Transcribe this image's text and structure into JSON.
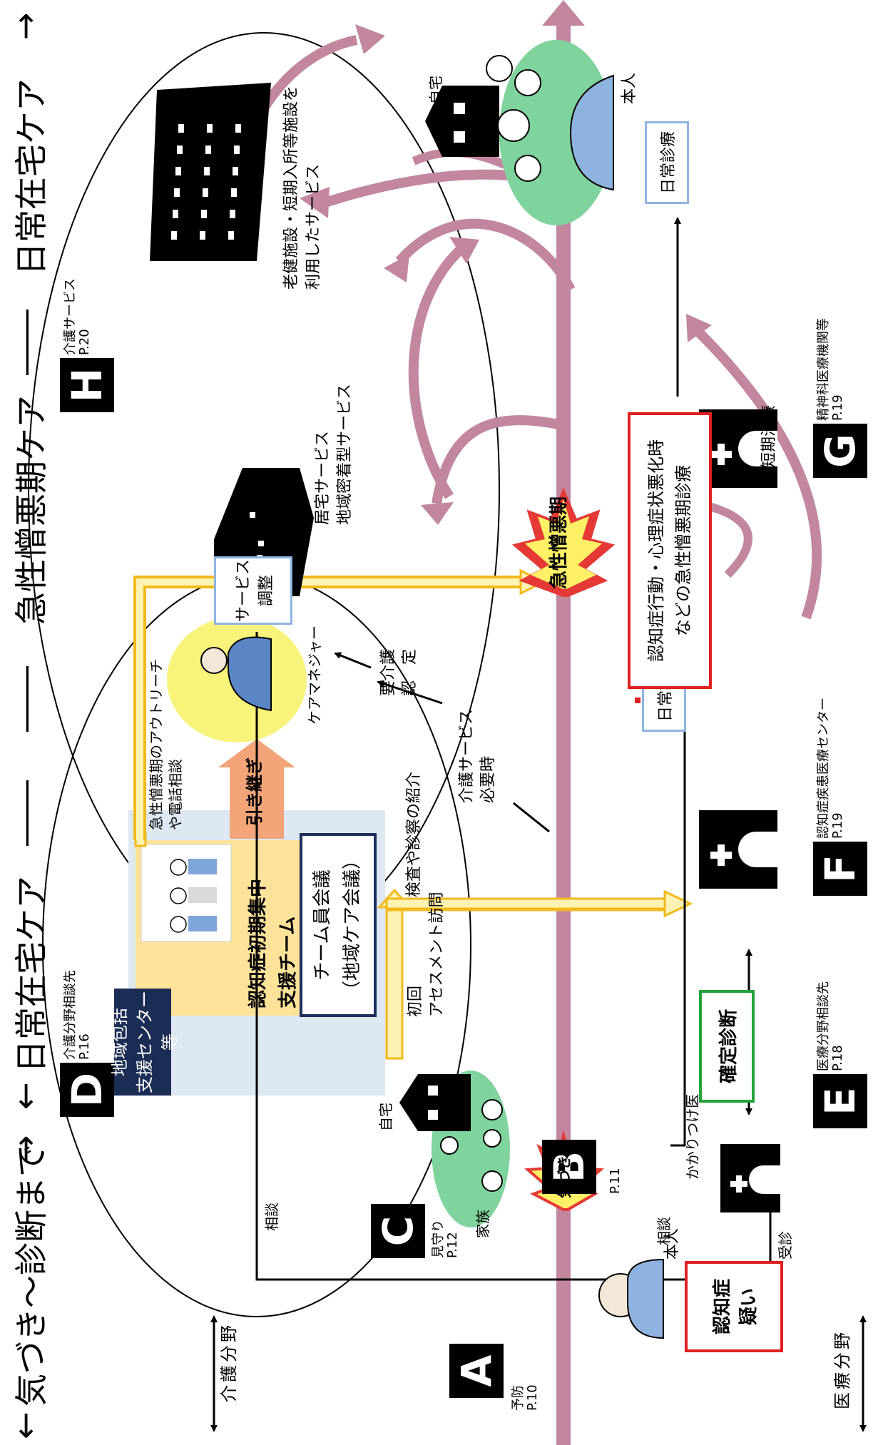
{
  "phases": {
    "arrow_left": "←",
    "arrow_right": "→",
    "prediagnosis": "気づき～診断まで",
    "sep": "――",
    "home_care_1": "日常在宅ケア",
    "acute": "急性憎悪期ケア",
    "home_care_2": "日常在宅ケア"
  },
  "axis": {
    "care_field": "介護分野",
    "medical_field": "医療分野"
  },
  "badges": {
    "A": {
      "letter": "A",
      "label": "予防",
      "page": "P.10"
    },
    "B": {
      "letter": "B",
      "page": "P.11"
    },
    "C": {
      "letter": "C",
      "label": "見守り",
      "page": "P.12"
    },
    "D": {
      "letter": "D",
      "label": "介護分野相談先",
      "page": "P.16"
    },
    "E": {
      "letter": "E",
      "label": "医療分野相談先",
      "page": "P.18"
    },
    "F": {
      "letter": "F",
      "label": "認知症疾患医療センター",
      "page": "P.19"
    },
    "G": {
      "letter": "G",
      "label": "精神科医療機関等",
      "page": "P.19"
    },
    "H": {
      "letter": "H",
      "label": "介護サービス",
      "page": "P.20"
    }
  },
  "labels": {
    "suspected": [
      "認知症",
      "疑い"
    ],
    "person": "本人",
    "person2": "本人",
    "family": "家族",
    "home": "自宅",
    "home2": "自宅",
    "awareness": "気づき",
    "consult_left": "相談",
    "consult_mid": "相談",
    "visit": "受診",
    "gp": "かかりつけ医",
    "confirmed": "確定診断",
    "routine_care_1": "日常診療",
    "routine_care_2": "日常診療",
    "acute_box": [
      "認知症行動・心理症状悪化時",
      "などの急性憎悪期診療"
    ],
    "short_treatment": "短期治療",
    "acute_burst": "急性憎悪期",
    "community_center": [
      "地域包括",
      "支援センター等"
    ],
    "initial_team": [
      "認知症初期集中",
      "支援チーム"
    ],
    "team_meeting": [
      "チーム員会議",
      "（地域ケア会議）"
    ],
    "initial_assessment": [
      "初回",
      "アセスメント訪問"
    ],
    "exam_referral": "検査や診察の紹介",
    "outreach": [
      "急性憎悪期のアウトリーチ",
      "や電話相談"
    ],
    "handover": "引き継ぎ",
    "care_manager": "ケアマネジャー",
    "certification": [
      "要介護",
      "認　定"
    ],
    "care_needed": [
      "介護サービス",
      "必要時"
    ],
    "service_adjust": [
      "サービス",
      "調整"
    ],
    "home_services": [
      "居宅サービス",
      "地域密着型サービス"
    ],
    "facility_services": [
      "老健施設・短期入所等施設を",
      "利用したサービス"
    ]
  },
  "colors": {
    "main_arrow": "#c3869f",
    "yellow_arrow": "#f2b91c",
    "yellow_fill": "#fdf3b3",
    "community_bg": "#dde8f3",
    "team_bg": "#fde39a",
    "care_manager_bg": "#f8f37a",
    "family_bg": "#7fd39c",
    "handover": "#f1a578",
    "burst_red": "#e53935",
    "burst_yellow": "#fff066",
    "navy": "#1b2c55"
  }
}
